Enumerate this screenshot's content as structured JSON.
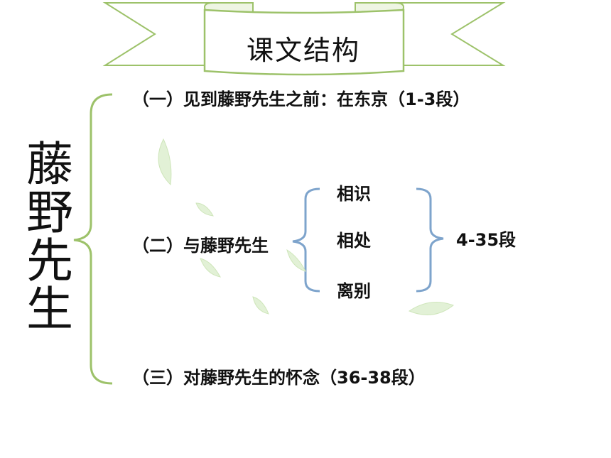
{
  "banner": {
    "title": "课文结构"
  },
  "side_title": "藤野先生",
  "sections": [
    {
      "label": "（一）见到藤野先生之前：在东京（1-3段）"
    },
    {
      "label": "（二）与藤野先生"
    },
    {
      "label": "（三）对藤野先生的怀念（36-38段）"
    }
  ],
  "sub_items": [
    "相识",
    "相处",
    "离别"
  ],
  "range_label": "4-35段",
  "colors": {
    "bracket_green": "#9dc26a",
    "bracket_blue": "#7ea4cc",
    "leaf": "#d7ecc8"
  }
}
